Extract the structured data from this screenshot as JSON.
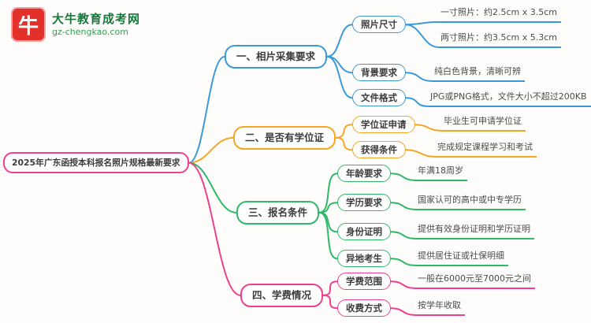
{
  "logo": {
    "mark_char": "牛",
    "site_name": "大牛教育成考网",
    "site_url": "gz-chengkao.com",
    "box_color": "#e4302b",
    "name_color": "#17783c",
    "url_color": "#2fa04d"
  },
  "root": {
    "label": "2025年广东函授本科报名照片规格最新要求",
    "color": "#ee3f8e"
  },
  "branches": [
    {
      "label": "一、相片采集要求",
      "color": "#3a9ad9",
      "children": [
        {
          "label": "照片尺寸",
          "leaves": [
            "一寸照片：约2.5cm x 3.5cm",
            "两寸照片：约3.5cm x 5.3cm"
          ]
        },
        {
          "label": "背景要求",
          "leaves": [
            "纯白色背景，清晰可辨"
          ]
        },
        {
          "label": "文件格式",
          "leaves": [
            "JPG或PNG格式，文件大小不超过200KB"
          ]
        }
      ]
    },
    {
      "label": "二、是否有学位证",
      "color": "#f5a623",
      "children": [
        {
          "label": "学位证申请",
          "leaves": [
            "毕业生可申请学位证"
          ]
        },
        {
          "label": "获得条件",
          "leaves": [
            "完成规定课程学习和考试"
          ]
        }
      ]
    },
    {
      "label": "三、报名条件",
      "color": "#2eb868",
      "children": [
        {
          "label": "年龄要求",
          "leaves": [
            "年满18周岁"
          ]
        },
        {
          "label": "学历要求",
          "leaves": [
            "国家认可的高中或中专学历"
          ]
        },
        {
          "label": "身份证明",
          "leaves": [
            "提供有效身份证明和学历证明"
          ]
        },
        {
          "label": "异地考生",
          "leaves": [
            "提供居住证或社保明细"
          ]
        }
      ]
    },
    {
      "label": "四、学费情况",
      "color": "#ee3f8e",
      "children": [
        {
          "label": "学费范围",
          "leaves": [
            "一般在6000元至7000元之间"
          ]
        },
        {
          "label": "收费方式",
          "leaves": [
            "按学年收取"
          ]
        }
      ]
    }
  ]
}
